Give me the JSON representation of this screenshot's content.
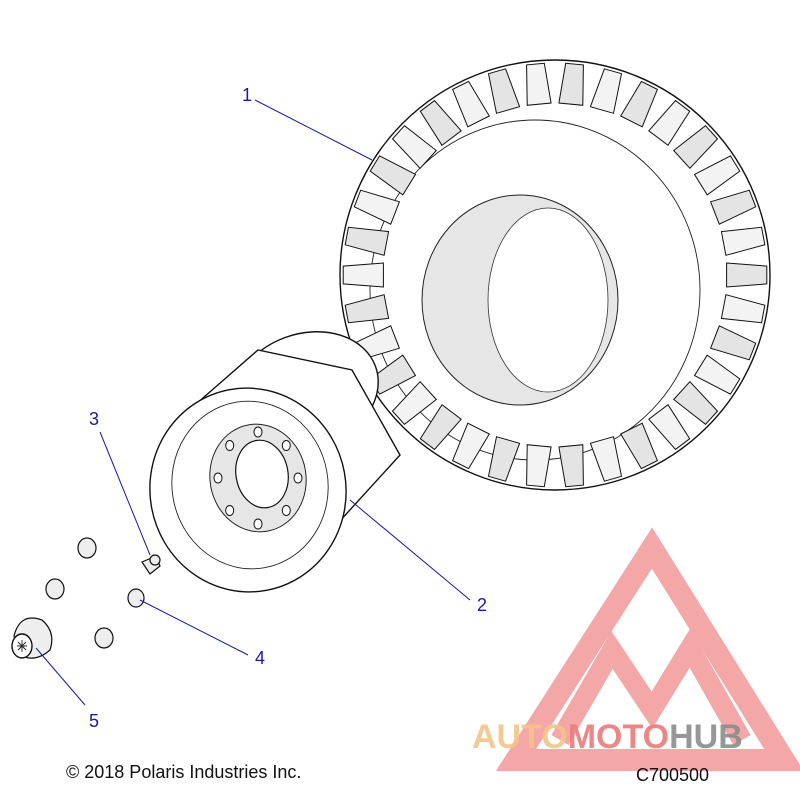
{
  "diagram": {
    "callouts": [
      {
        "id": "tire",
        "label": "1"
      },
      {
        "id": "wheel",
        "label": "2"
      },
      {
        "id": "valve-stem",
        "label": "3"
      },
      {
        "id": "lug-nut",
        "label": "4"
      },
      {
        "id": "hub-cap",
        "label": "5"
      }
    ],
    "copyright": "© 2018 Polaris Industries Inc.",
    "diagram_code": "C700500"
  },
  "watermark": {
    "parts": [
      "AUTO",
      "MOTO",
      "HUB"
    ],
    "colors": {
      "auto": "#f5c48a",
      "moto": "#ec7b7b",
      "hub": "#8c8c8c",
      "logo": "#f08a8a"
    }
  },
  "colors": {
    "callout": "#1a1aa8",
    "line_art": "#111111"
  }
}
